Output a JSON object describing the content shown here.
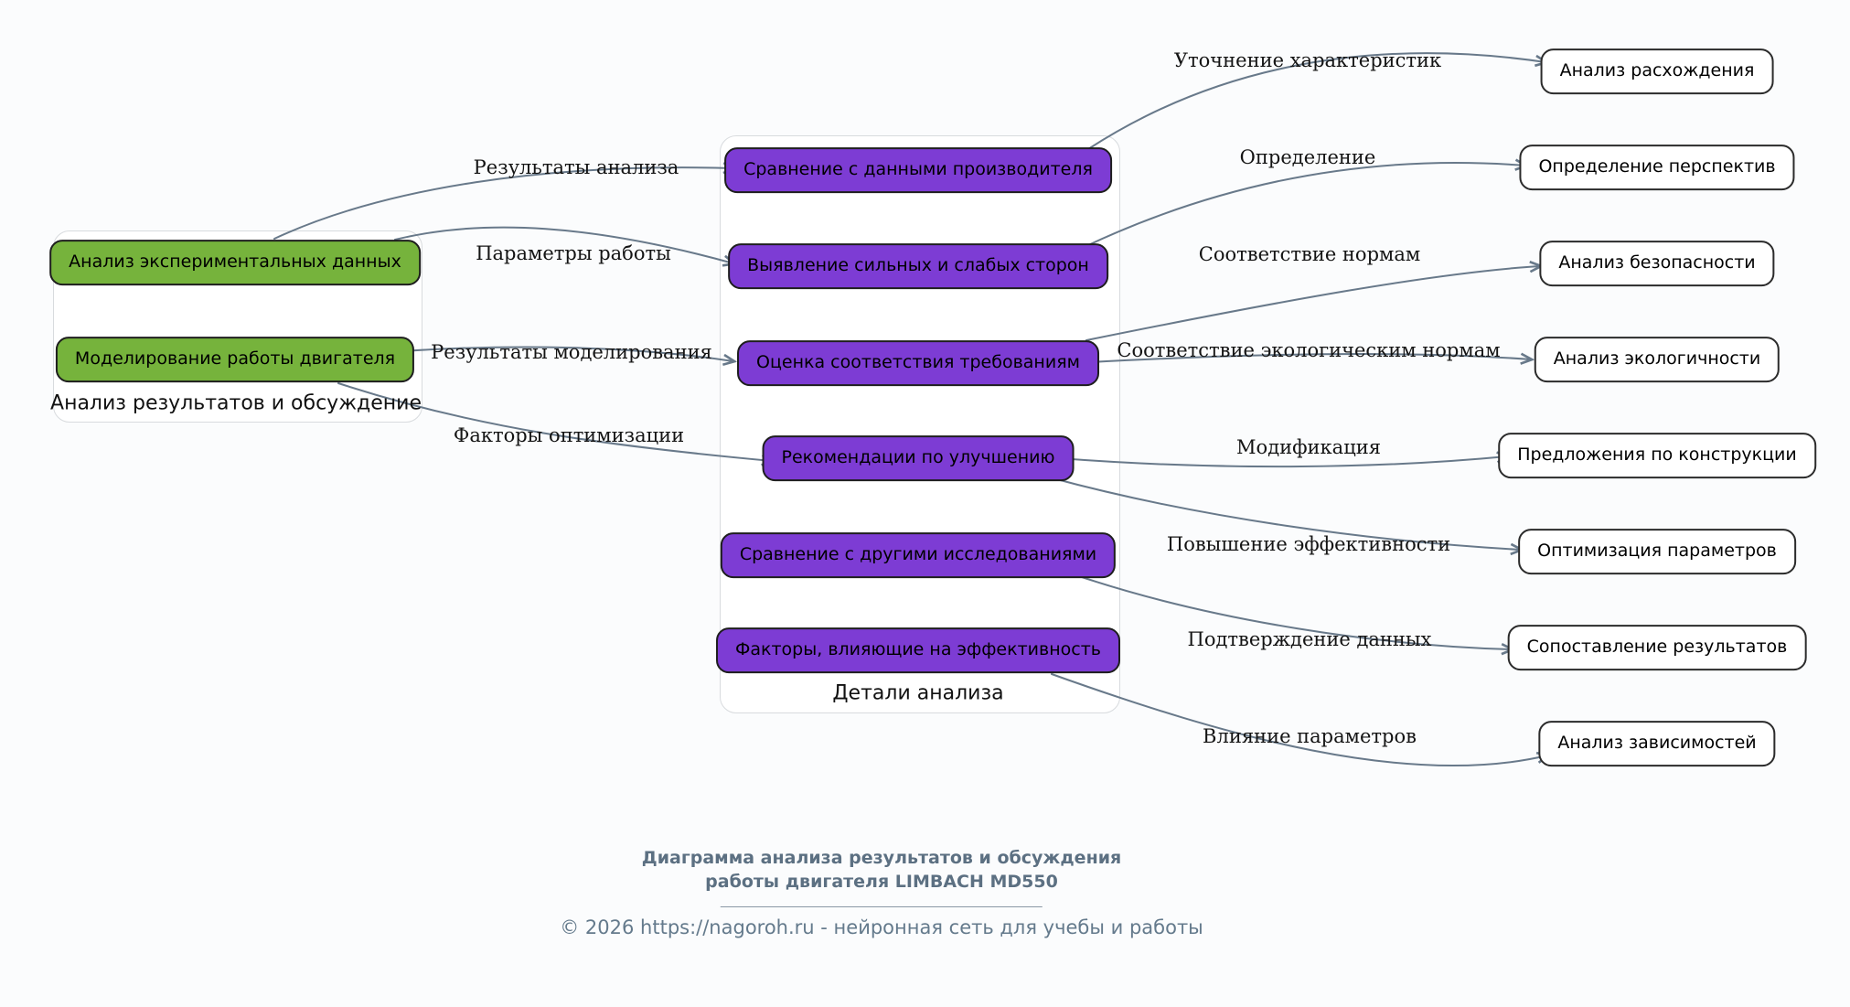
{
  "page": {
    "caption": {
      "title_line1": "Диаграмма анализа результатов и обсуждения",
      "title_line2": "работы двигателя LIMBACH MD550",
      "copyright": "© 2026 https://nagoroh.ru - нейронная сеть для учебы и работы"
    }
  },
  "colors": {
    "analysis_node_fill": "#76b33c",
    "detail_node_fill": "#7d3cd4",
    "result_node_fill": "#ffffff",
    "node_border": "#1e1e1e",
    "edge_stroke": "#68798a",
    "caption_text": "#5c7082"
  },
  "groups": {
    "left": {
      "label": "Анализ результатов и обсуждение",
      "nodes": [
        {
          "label": "Анализ экспериментальных данных"
        },
        {
          "label": "Моделирование работы двигателя"
        }
      ]
    },
    "middle": {
      "label": "Детали анализа",
      "nodes": [
        {
          "label": "Сравнение с данными производителя"
        },
        {
          "label": "Выявление сильных и слабых сторон"
        },
        {
          "label": "Оценка соответствия требованиям"
        },
        {
          "label": "Рекомендации по улучшению"
        },
        {
          "label": "Сравнение с другими исследованиями"
        },
        {
          "label": "Факторы, влияющие на эффективность"
        }
      ]
    }
  },
  "right_nodes": [
    {
      "label": "Анализ расхождения"
    },
    {
      "label": "Определение перспектив"
    },
    {
      "label": "Анализ безопасности"
    },
    {
      "label": "Анализ экологичности"
    },
    {
      "label": "Предложения по конструкции"
    },
    {
      "label": "Оптимизация параметров"
    },
    {
      "label": "Сопоставление результатов"
    },
    {
      "label": "Анализ зависимостей"
    }
  ],
  "edges": [
    {
      "from": "Анализ экспериментальных данных",
      "to": "Сравнение с данными производителя",
      "label": "Результаты анализа"
    },
    {
      "from": "Анализ экспериментальных данных",
      "to": "Выявление сильных и слабых сторон",
      "label": "Параметры работы"
    },
    {
      "from": "Моделирование работы двигателя",
      "to": "Оценка соответствия требованиям",
      "label": "Результаты моделирования"
    },
    {
      "from": "Моделирование работы двигателя",
      "to": "Рекомендации по улучшению",
      "label": "Факторы оптимизации"
    },
    {
      "from": "Сравнение с данными производителя",
      "to": "Анализ расхождения",
      "label": "Уточнение характеристик"
    },
    {
      "from": "Выявление сильных и слабых сторон",
      "to": "Определение перспектив",
      "label": "Определение"
    },
    {
      "from": "Оценка соответствия требованиям",
      "to": "Анализ безопасности",
      "label": "Соответствие нормам"
    },
    {
      "from": "Оценка соответствия требованиям",
      "to": "Анализ экологичности",
      "label": "Соответствие экологическим нормам"
    },
    {
      "from": "Рекомендации по улучшению",
      "to": "Предложения по конструкции",
      "label": "Модификация"
    },
    {
      "from": "Рекомендации по улучшению",
      "to": "Оптимизация параметров",
      "label": "Повышение эффективности"
    },
    {
      "from": "Сравнение с другими исследованиями",
      "to": "Сопоставление результатов",
      "label": "Подтверждение данных"
    },
    {
      "from": "Факторы, влияющие на эффективность",
      "to": "Анализ зависимостей",
      "label": "Влияние параметров"
    }
  ]
}
